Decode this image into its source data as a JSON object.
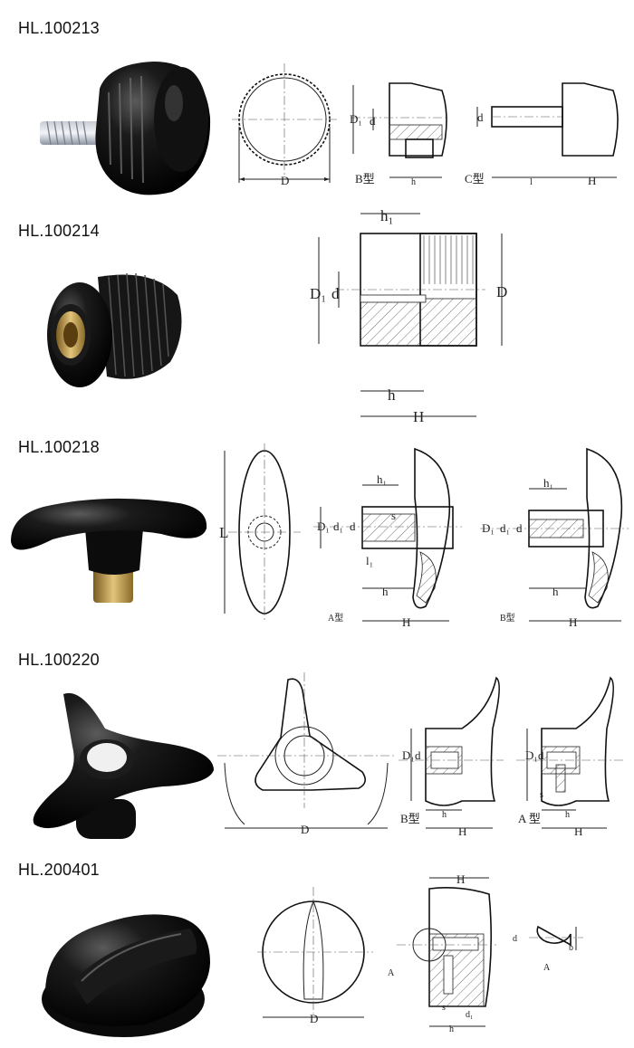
{
  "products": [
    {
      "code": "HL.100213",
      "drawing_labels": [
        "D",
        "D₁",
        "d",
        "B型",
        "h",
        "d",
        "C型",
        "l",
        "H"
      ]
    },
    {
      "code": "HL.100214",
      "drawing_labels": [
        "h₁",
        "D₁",
        "d",
        "D",
        "h",
        "H"
      ]
    },
    {
      "code": "HL.100218",
      "drawing_labels": [
        "L",
        "h₁",
        "s",
        "D₁",
        "d₁",
        "d",
        "l₁",
        "h",
        "A型",
        "H",
        "h₁",
        "D₁",
        "d₁",
        "d",
        "h",
        "B型",
        "H"
      ]
    },
    {
      "code": "HL.100220",
      "drawing_labels": [
        "D",
        "D₁",
        "d",
        "B型",
        "h",
        "H",
        "D₁",
        "d",
        "s",
        "A 型",
        "h",
        "H"
      ]
    },
    {
      "code": "HL.200401",
      "drawing_labels": [
        "D",
        "H",
        "A",
        "s",
        "d₁",
        "h",
        "d",
        "b",
        "A"
      ]
    }
  ],
  "colors": {
    "knob": "#0b0b0b",
    "brass": "#b08a3a",
    "line": "#222222",
    "background": "#ffffff"
  }
}
